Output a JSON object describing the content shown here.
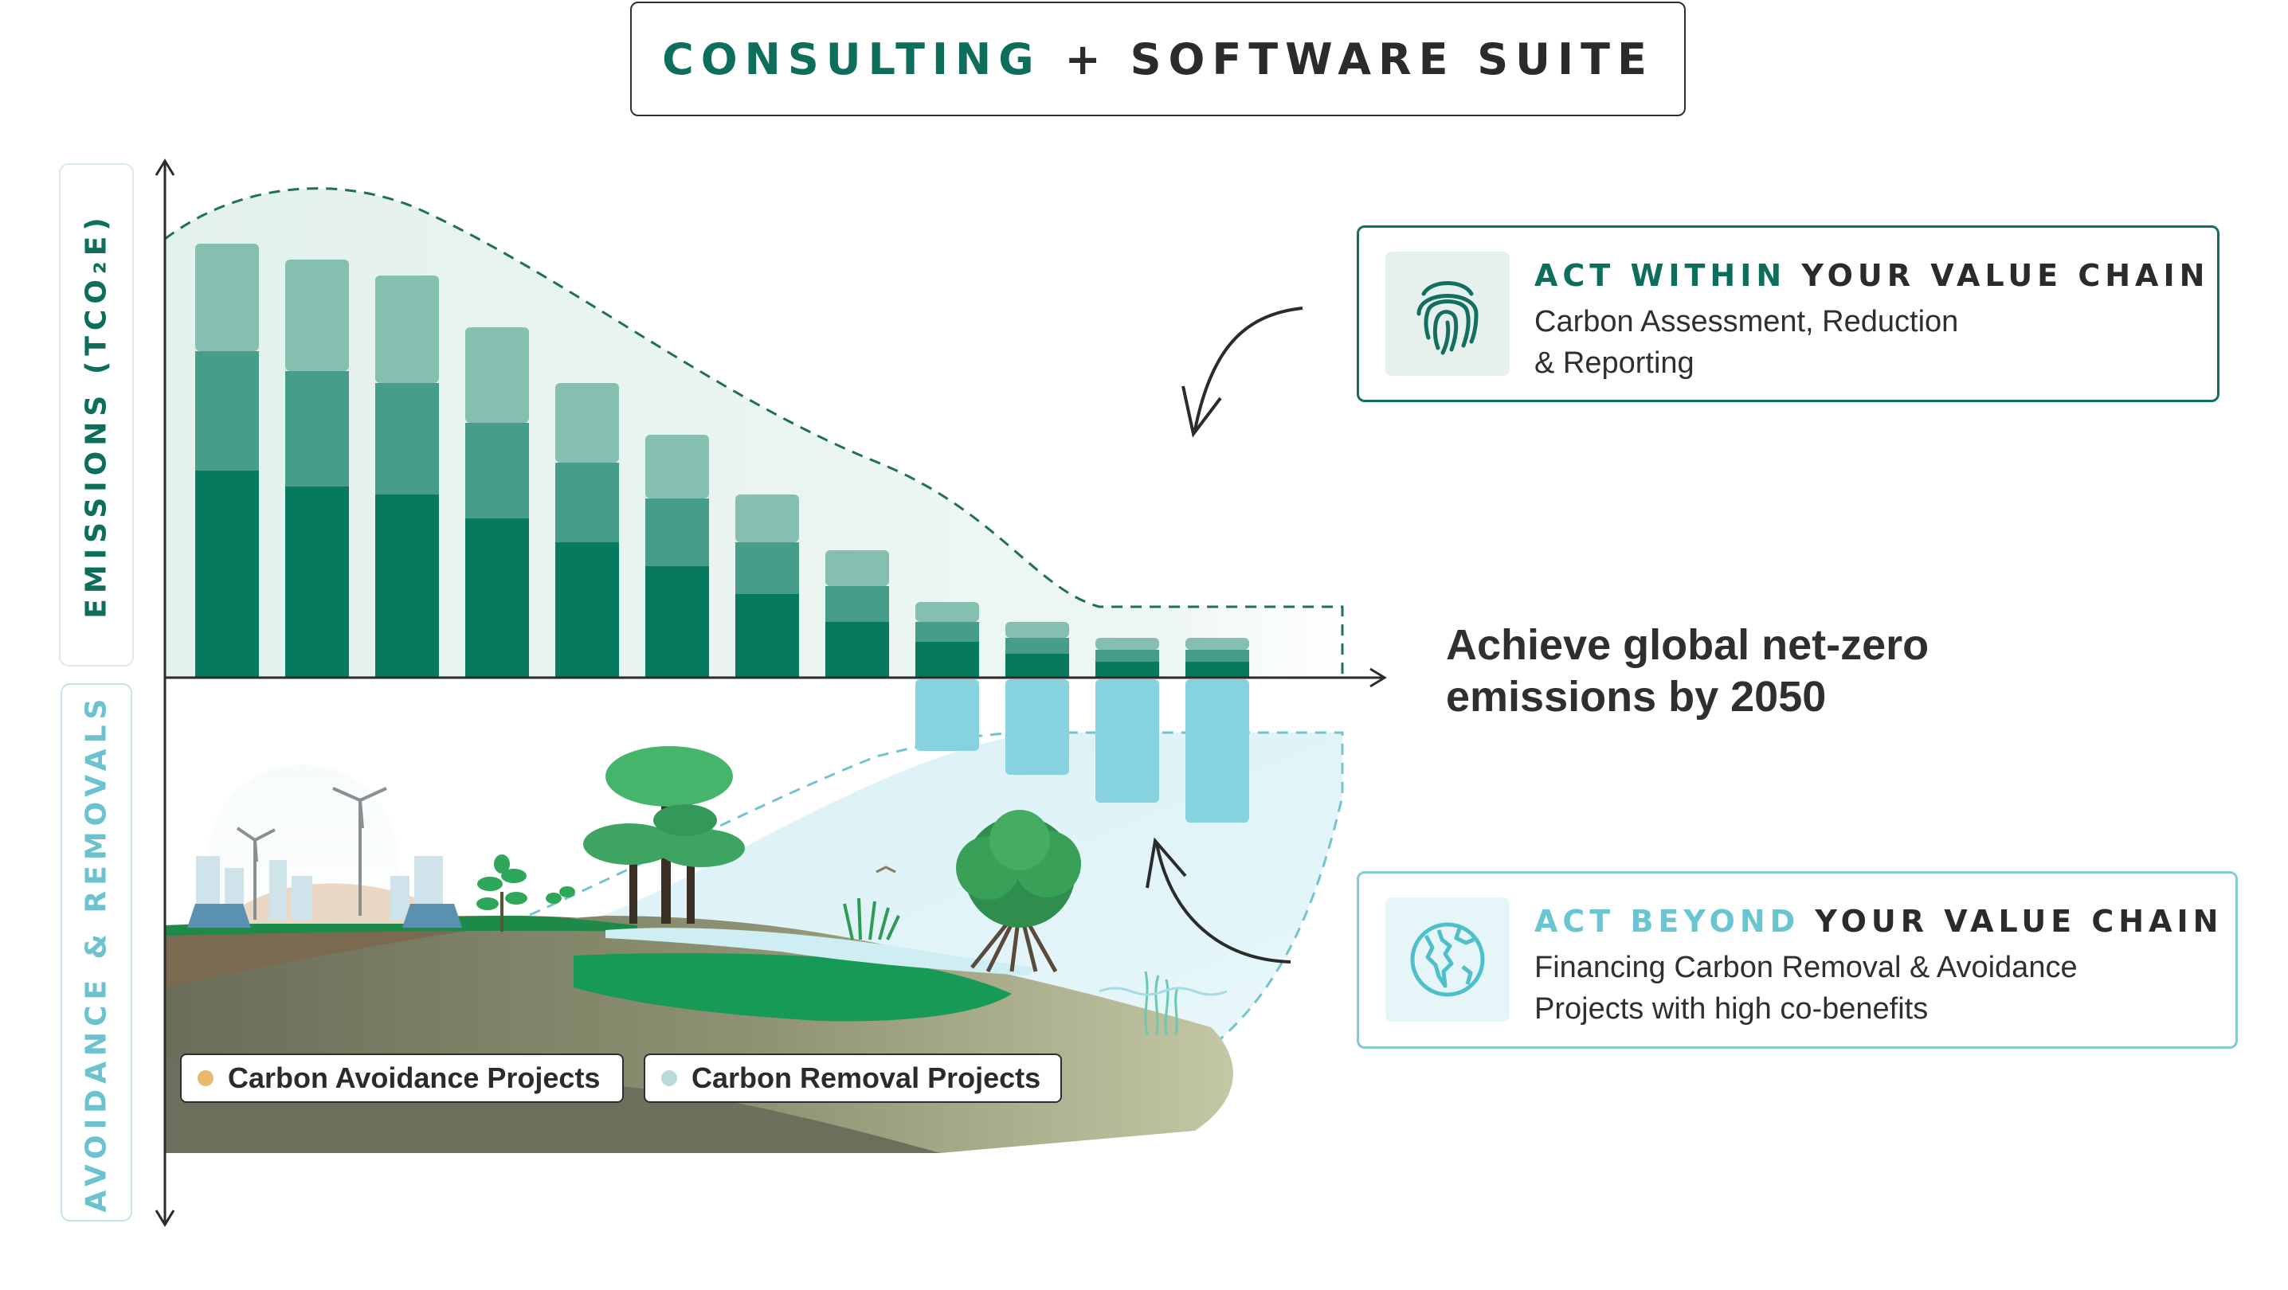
{
  "header": {
    "part1": "CONSULTING",
    "part2": "+ SOFTWARE SUITE"
  },
  "axis": {
    "top_label": "EMISSIONS (TCO₂E)",
    "bottom_label": "AVOIDANCE & REMOVALS"
  },
  "legend": {
    "avoidance": "Carbon Avoidance Projects",
    "removal": "Carbon Removal Projects"
  },
  "net_zero": {
    "line1": "Achieve global net-zero",
    "line2": "emissions by 2050"
  },
  "card_within": {
    "title_highlight": "ACT WITHIN",
    "title_rest": "YOUR VALUE CHAIN",
    "line1": "Carbon Assessment, Reduction",
    "line2": "& Reporting"
  },
  "card_beyond": {
    "title_highlight": "ACT BEYOND",
    "title_rest": "YOUR VALUE CHAIN",
    "line1": "Financing Carbon Removal & Avoidance",
    "line2": "Projects with high co-benefits"
  },
  "colors": {
    "dark_green": "#07795f",
    "mid_green": "#469d8a",
    "light_green": "#84bfb0",
    "removal_blue": "#86d3df",
    "accent_teal": "#69c5d2"
  },
  "chart_data": {
    "type": "bar",
    "stacked": true,
    "grid": false,
    "emission_series": [
      {
        "values": [
          0.52,
          0.48,
          0.46,
          0.4,
          0.34,
          0.28,
          0.21,
          0.14,
          0.09,
          0.06,
          0.04,
          0.04
        ]
      },
      {
        "values": [
          0.3,
          0.29,
          0.28,
          0.24,
          0.2,
          0.17,
          0.13,
          0.09,
          0.05,
          0.04,
          0.03,
          0.03
        ]
      },
      {
        "values": [
          0.27,
          0.28,
          0.27,
          0.24,
          0.2,
          0.16,
          0.12,
          0.09,
          0.05,
          0.04,
          0.03,
          0.03
        ]
      }
    ],
    "removal_values": [
      0,
      0,
      0,
      0,
      0,
      0,
      0,
      0,
      0.18,
      0.24,
      0.31,
      0.36
    ]
  }
}
